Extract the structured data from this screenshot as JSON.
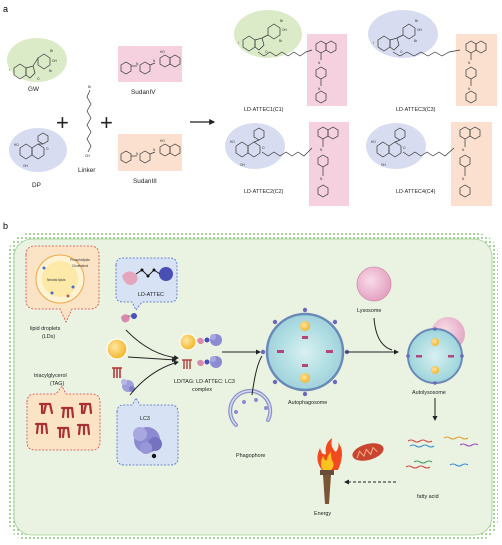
{
  "panel_a": {
    "label": "a",
    "molecules": {
      "gw": "GW",
      "dp": "DP",
      "linker": "Linker",
      "sudan_iv": "SudanIV",
      "sudan_iii": "SudanIII"
    },
    "products": [
      "LD·ATTEC1(C1)",
      "LD·ATTEC2(C2)",
      "LD·ATTEC3(C3)",
      "LD·ATTEC4(C4)"
    ],
    "atoms": {
      "br": "Br",
      "oh": "OH",
      "o": "O",
      "i": "I",
      "ho": "HO",
      "nh": "H",
      "n": "N"
    },
    "plus": "+"
  },
  "panel_b": {
    "label": "b",
    "lipid_droplets": "lipid droplets\n(LDs)",
    "lipid_droplets_l1": "lipid droplets",
    "lipid_droplets_l2": "(LDs)",
    "phospholipids": "Phospholipids",
    "cholesterol": "Cholesterol",
    "neutral_lipids": "Neutral lipids",
    "tag_l1": "triacylglycerol",
    "tag_l2": "(TAG)",
    "ld_attec": "LD-ATTEC",
    "lc3": "LC3",
    "complex_l1": "LD/TAG: LD·ATTEC: LC3",
    "complex_l2": "complex",
    "autophagosome": "Autophagosome",
    "phagophore": "Phagophore",
    "lysosome": "Lysosome",
    "autolysosome": "Autolysosome",
    "energy": "Energy",
    "fatty_acid": "fatty acid"
  },
  "colors": {
    "gw_circle": "#dbeac7",
    "dp_circle": "#d8dcf0",
    "sudan_iv_box": "#f5d1e0",
    "sudan_iii_box": "#fbe0cf",
    "cell_border": "#7fbf6e",
    "cell_fill": "#eaf3e2",
    "lysosome": "#e9b8cf",
    "autophagosome": "#a6d7dc",
    "droplet": "#f7c33c"
  }
}
